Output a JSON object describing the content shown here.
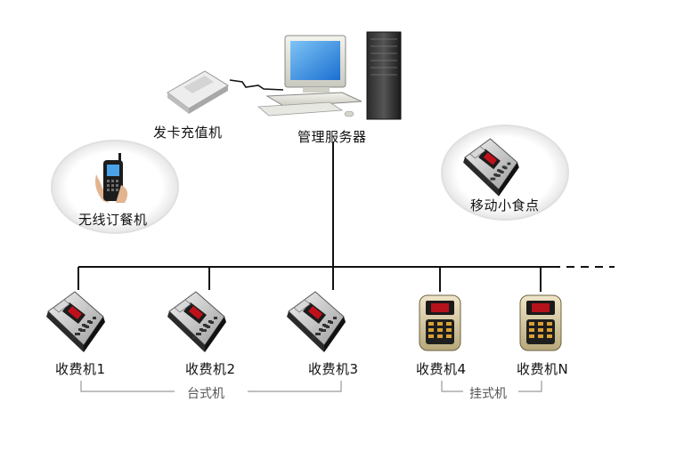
{
  "diagram": {
    "server_label": "管理服务器",
    "card_reader_label": "发卡充值机",
    "wireless_label": "无线订餐机",
    "mobile_label": "移动小食点",
    "terminals": [
      {
        "label": "收费机1",
        "kind": "desk"
      },
      {
        "label": "收费机2",
        "kind": "desk"
      },
      {
        "label": "收费机3",
        "kind": "desk"
      },
      {
        "label": "收费机4",
        "kind": "wall"
      },
      {
        "label": "收费机N",
        "kind": "wall"
      }
    ],
    "group_desk_label": "台式机",
    "group_wall_label": "挂式机"
  },
  "colors": {
    "line": "#111111",
    "bracket": "#9a9a9a",
    "oval": "#dcdcdc"
  },
  "icons": {
    "server": "monitor-and-tower-icon",
    "card_reader": "card-reader-icon",
    "phone": "mobile-phone-icon",
    "desk_terminal": "desk-pos-terminal-icon",
    "wall_terminal": "wall-pos-terminal-icon"
  }
}
